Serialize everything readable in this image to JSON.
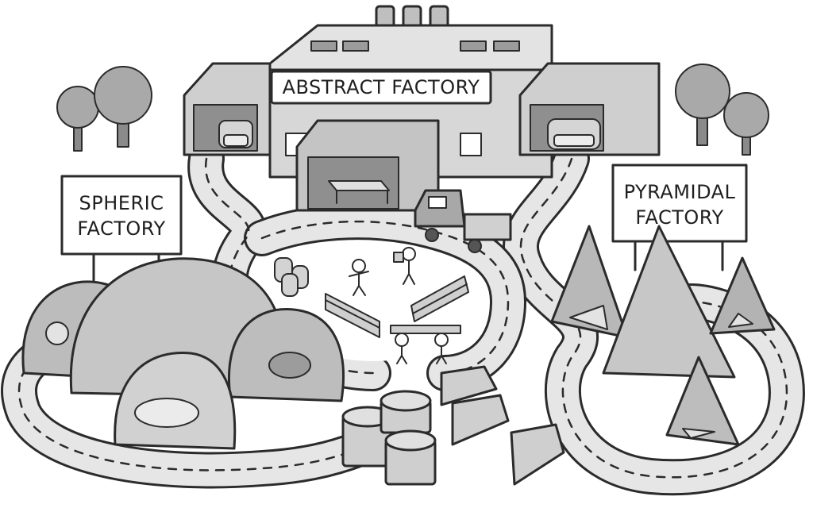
{
  "signs": {
    "abstract": "ABSTRACT FACTORY",
    "spheric_line1": "SPHERIC",
    "spheric_line2": "FACTORY",
    "pyramidal_line1": "PYRAMIDAL",
    "pyramidal_line2": "FACTORY"
  },
  "palette": {
    "road": "#e6e6e6",
    "building": "#d7d7d7",
    "building_dark": "#9c9c9c",
    "product": "#bdbdbd",
    "outline": "#2b2b2b",
    "tree": "#a9a9a9"
  },
  "icons": [
    "tree-icon",
    "armchair-icon",
    "coffee-table-icon",
    "truck-icon",
    "worker-icon",
    "chimney-icon"
  ]
}
